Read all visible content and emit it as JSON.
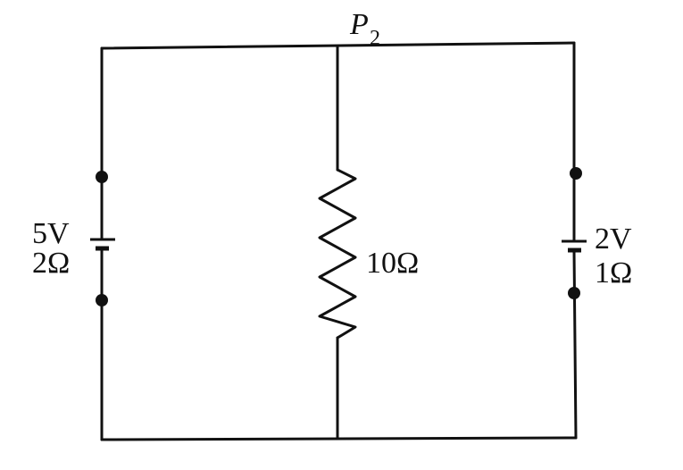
{
  "labels": {
    "point_name": "P",
    "point_subscript": "2",
    "left_battery_emf": "5V",
    "left_battery_resistance": "2Ω",
    "middle_resistor": "10Ω",
    "right_battery_emf": "2V",
    "right_battery_resistance": "1Ω"
  },
  "colors": {
    "ink": "#111111",
    "background": "#ffffff"
  }
}
